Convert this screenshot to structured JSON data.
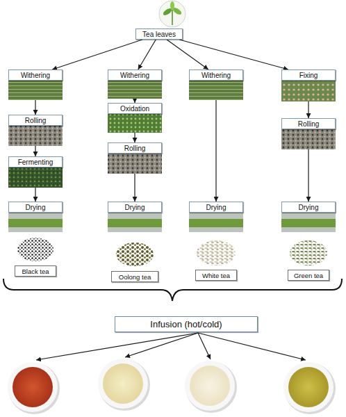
{
  "diagram": {
    "nodes": [
      {
        "text": [
          "Tea leaves"
        ]
      },
      {
        "text": [
          "Withering"
        ]
      },
      {
        "text": [
          "Rolling"
        ]
      },
      {
        "text": [
          "Fermenting"
        ]
      },
      {
        "text": [
          "Drying"
        ]
      },
      {
        "text": [
          "Black tea"
        ]
      },
      {
        "text": [
          "Withering"
        ]
      },
      {
        "text": [
          "Oxidation"
        ]
      },
      {
        "text": [
          "Rolling"
        ]
      },
      {
        "text": [
          "Drying"
        ]
      },
      {
        "text": [
          "Oolong tea"
        ]
      },
      {
        "text": [
          "Withering"
        ]
      },
      {
        "text": [
          "Drying"
        ]
      },
      {
        "text": [
          "White tea"
        ]
      },
      {
        "text": [
          "Fixing"
        ]
      },
      {
        "text": [
          "Rolling"
        ]
      },
      {
        "text": [
          "Drying"
        ]
      },
      {
        "text": [
          "Green tea"
        ]
      },
      {
        "text": [
          "Infusion (hot/cold)"
        ]
      }
    ],
    "edges": [
      {
        "from": 0,
        "to": 1,
        "arrow": "to"
      },
      {
        "from": 0,
        "to": 6,
        "arrow": "to"
      },
      {
        "from": 0,
        "to": 11,
        "arrow": "to"
      },
      {
        "from": 0,
        "to": 14,
        "arrow": "to"
      },
      {
        "from": 1,
        "to": 2,
        "arrow": "to"
      },
      {
        "from": 2,
        "to": 3,
        "arrow": "to"
      },
      {
        "from": 3,
        "to": 4,
        "arrow": "to"
      },
      {
        "from": 6,
        "to": 7,
        "arrow": "to"
      },
      {
        "from": 7,
        "to": 8,
        "arrow": "to"
      },
      {
        "from": 8,
        "to": 9,
        "arrow": "to"
      },
      {
        "from": 11,
        "to": 12,
        "arrow": "to"
      },
      {
        "from": 14,
        "to": 15,
        "arrow": "to"
      },
      {
        "from": 15,
        "to": 16,
        "arrow": "to"
      }
    ]
  }
}
